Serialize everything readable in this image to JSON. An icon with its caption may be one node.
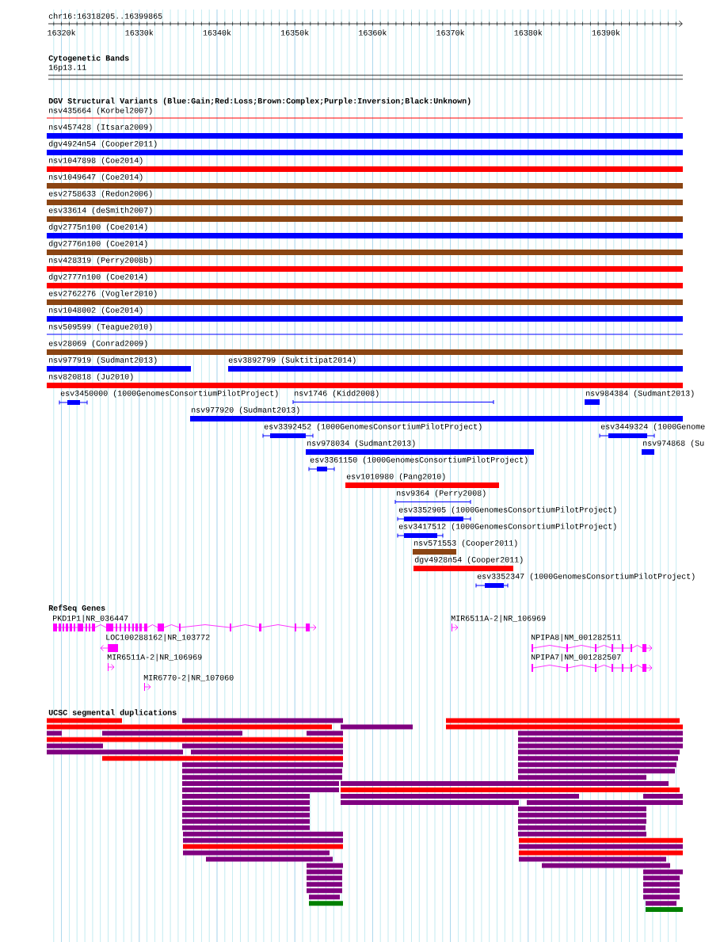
{
  "diagram": {
    "labels": [
      "chr16:16318205..16399865",
      "16320k",
      "16330k",
      "16340k",
      "16350k",
      "16360k",
      "16370k",
      "16380k",
      "16390k",
      "Cytogenetic Bands",
      "16p13.11",
      "DGV Structural Variants (Blue:Gain;Red:Loss;Brown:Complex;Purple:Inversion;Black:Unknown)",
      "nsv435664 (Korbel2007)",
      "nsv457428 (Itsara2009)",
      "dgv4924n54 (Cooper2011)",
      "nsv1047898 (Coe2014)",
      "nsv1049647 (Coe2014)",
      "esv2758633 (Redon2006)",
      "esv33614 (deSmith2007)",
      "dgv2775n100 (Coe2014)",
      "dgv2776n100 (Coe2014)",
      "nsv428319 (Perry2008b)",
      "dgv2777n100 (Coe2014)",
      "esv2762276 (Vogler2010)",
      "nsv1048002 (Coe2014)",
      "nsv509599 (Teague2010)",
      "esv28069 (Conrad2009)",
      "nsv977919 (Sudmant2013)",
      "esv3892799 (Suktitipat2014)",
      "nsv820818 (Ju2010)",
      "esv3450000 (1000GenomesConsortiumPilotProject)",
      "nsv1746 (Kidd2008)",
      "nsv984384 (Sudmant2013)",
      "nsv977920 (Sudmant2013)",
      "esv3392452 (1000GenomesConsortiumPilotProject)",
      "esv3449324 (1000Genome",
      "nsv978034 (Sudmant2013)",
      "nsv974868 (Su",
      "esv3361150 (1000GenomesConsortiumPilotProject)",
      "esv1010980 (Pang2010)",
      "nsv9364 (Perry2008)",
      "esv3352905 (1000GenomesConsortiumPilotProject)",
      "esv3417512 (1000GenomesConsortiumPilotProject)",
      "nsv571553 (Cooper2011)",
      "dgv4928n54 (Cooper2011)",
      "esv3352347 (1000GenomesConsortiumPilotProject)",
      "RefSeq Genes",
      "PKD1P1|NR_036447",
      "MIR6511A-2|NR_106969",
      "LOC100288162|NR_103772",
      "NPIPA8|NM_001282511",
      "MIR6511A-2|NR_106969",
      "NPIPA7|NM_001282507",
      "MIR6770-2|NR_107060",
      "UCSC segmental duplications"
    ]
  }
}
